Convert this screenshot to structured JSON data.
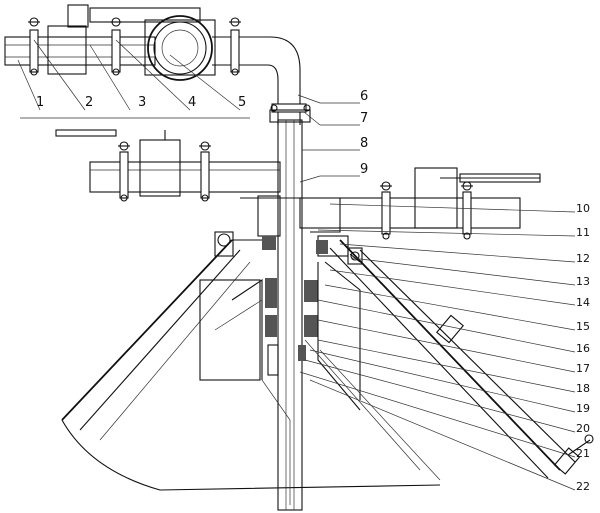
{
  "drawing": {
    "labels_bottom": [
      {
        "id": "label-1",
        "text": "1"
      },
      {
        "id": "label-2",
        "text": "2"
      },
      {
        "id": "label-3",
        "text": "3"
      },
      {
        "id": "label-4",
        "text": "4"
      },
      {
        "id": "label-5",
        "text": "5"
      }
    ],
    "labels_side": [
      {
        "id": "label-6",
        "text": "6"
      },
      {
        "id": "label-7",
        "text": "7"
      },
      {
        "id": "label-8",
        "text": "8"
      },
      {
        "id": "label-9",
        "text": "9"
      }
    ],
    "labels_right": [
      {
        "id": "label-10",
        "text": "10"
      },
      {
        "id": "label-11",
        "text": "11"
      },
      {
        "id": "label-12",
        "text": "12"
      },
      {
        "id": "label-13",
        "text": "13"
      },
      {
        "id": "label-14",
        "text": "14"
      },
      {
        "id": "label-15",
        "text": "15"
      },
      {
        "id": "label-16",
        "text": "16"
      },
      {
        "id": "label-17",
        "text": "17"
      },
      {
        "id": "label-18",
        "text": "18"
      },
      {
        "id": "label-19",
        "text": "19"
      },
      {
        "id": "label-20",
        "text": "20"
      },
      {
        "id": "label-21",
        "text": "21"
      },
      {
        "id": "label-22",
        "text": "22"
      }
    ]
  }
}
